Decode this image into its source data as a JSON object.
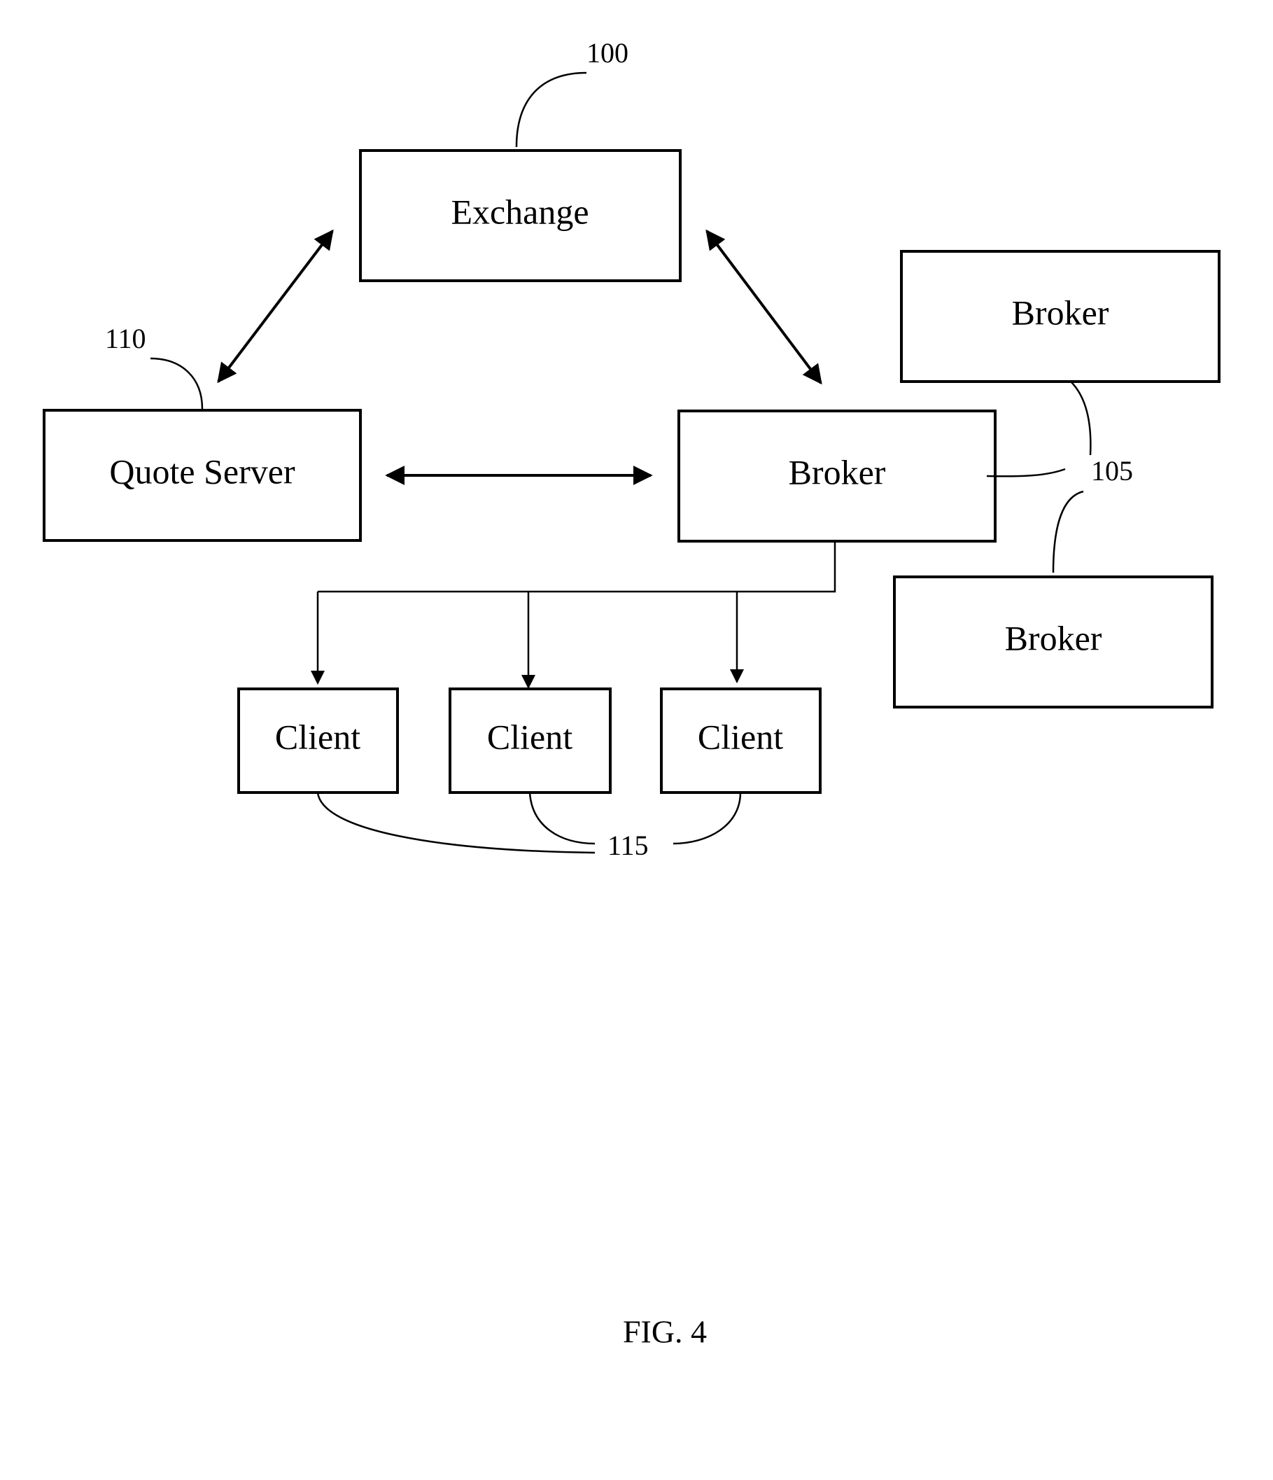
{
  "nodes": {
    "exchange": "Exchange",
    "quote_server": "Quote Server",
    "broker_main": "Broker",
    "broker_top": "Broker",
    "broker_bottom": "Broker",
    "client_1": "Client",
    "client_2": "Client",
    "client_3": "Client"
  },
  "refs": {
    "exchange": "100",
    "brokers": "105",
    "quote_server": "110",
    "clients": "115"
  },
  "figure_label": "FIG. 4"
}
